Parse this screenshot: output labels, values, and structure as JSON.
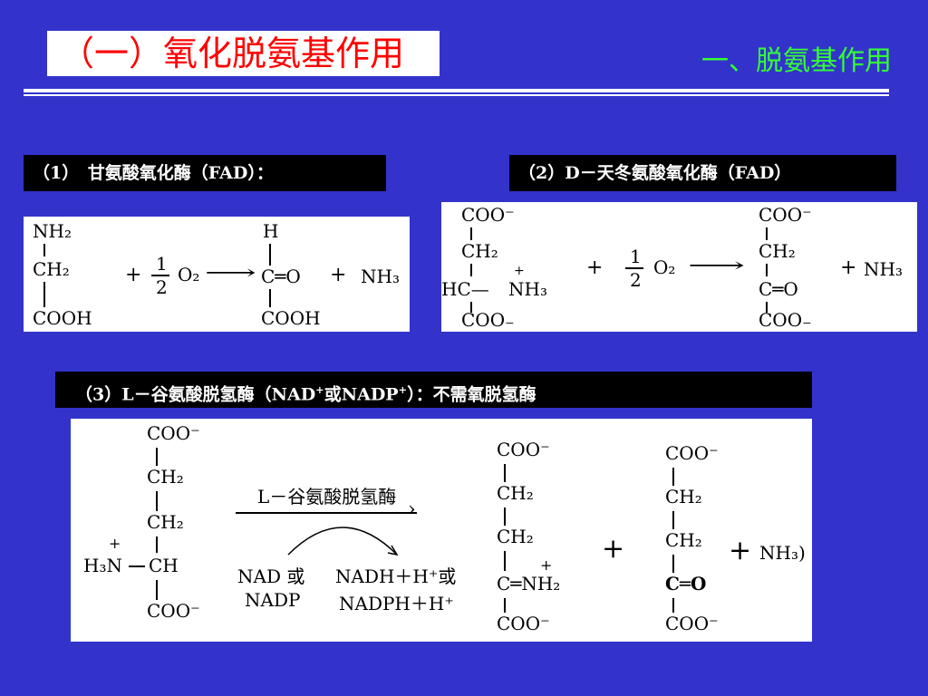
{
  "header": {
    "title": "（一）氧化脱氨基作用",
    "section": "一、脱氨基作用"
  },
  "reaction1": {
    "label": "（1）　甘氨酸氧化酶（FAD）：",
    "left": {
      "top": "NH₂",
      "mid": "CH₂",
      "bottom": "COOH"
    },
    "plus1": "+",
    "frac_num": "1",
    "frac_den": "2",
    "o2": "O₂",
    "arrow": "⟶",
    "right": {
      "top": "H",
      "mid": "C═O",
      "bottom": "COOH"
    },
    "plus2": "+",
    "product": "NH₃"
  },
  "reaction2": {
    "label": "（2）D－天冬氨酸氧化酶（FAD）",
    "left": {
      "top": "COO⁻",
      "c2": "CH₂",
      "c3_left": "HC—",
      "c3_right": "NH₃",
      "plus_charge": "+",
      "bottom": "COO₋"
    },
    "plus1": "+",
    "frac_num": "1",
    "frac_den": "2",
    "o2": "O₂",
    "arrow": "⟶",
    "right": {
      "top": "COO⁻",
      "c2": "CH₂",
      "c3": "C═O",
      "bottom": "COO₋"
    },
    "plus2": "+",
    "product": "NH₃"
  },
  "reaction3": {
    "label_pre": "（3）L－谷氨酸脱氢酶（NAD",
    "label_sup1": "+",
    "label_mid": "或NADP",
    "label_sup2": "+",
    "label_post": "）：不需氧脱氢酶",
    "glu": {
      "c1": "COO⁻",
      "c2": "CH₂",
      "c3": "CH₂",
      "c4": "CH",
      "n": "H₃N",
      "n_charge": "+",
      "c5": "COO⁻"
    },
    "enzyme": "L－谷氨酸脱氢酶",
    "cofactor_in_1": "NAD 或",
    "cofactor_in_2": "NADP",
    "cofactor_out_1": "NADH＋H⁺或",
    "cofactor_out_2": "NADPH＋H⁺",
    "imino": {
      "c1": "COO⁻",
      "c2": "CH₂",
      "c3": "CH₂",
      "c4": "C═NH₂",
      "n_charge": "+",
      "c5": "COO⁻"
    },
    "plus1": "+",
    "akg": {
      "c1": "COO⁻",
      "c2": "CH₂",
      "c3": "CH₂",
      "c4": "C═O",
      "c5": "COO⁻"
    },
    "plus2": "+",
    "product": "NH₃)"
  }
}
